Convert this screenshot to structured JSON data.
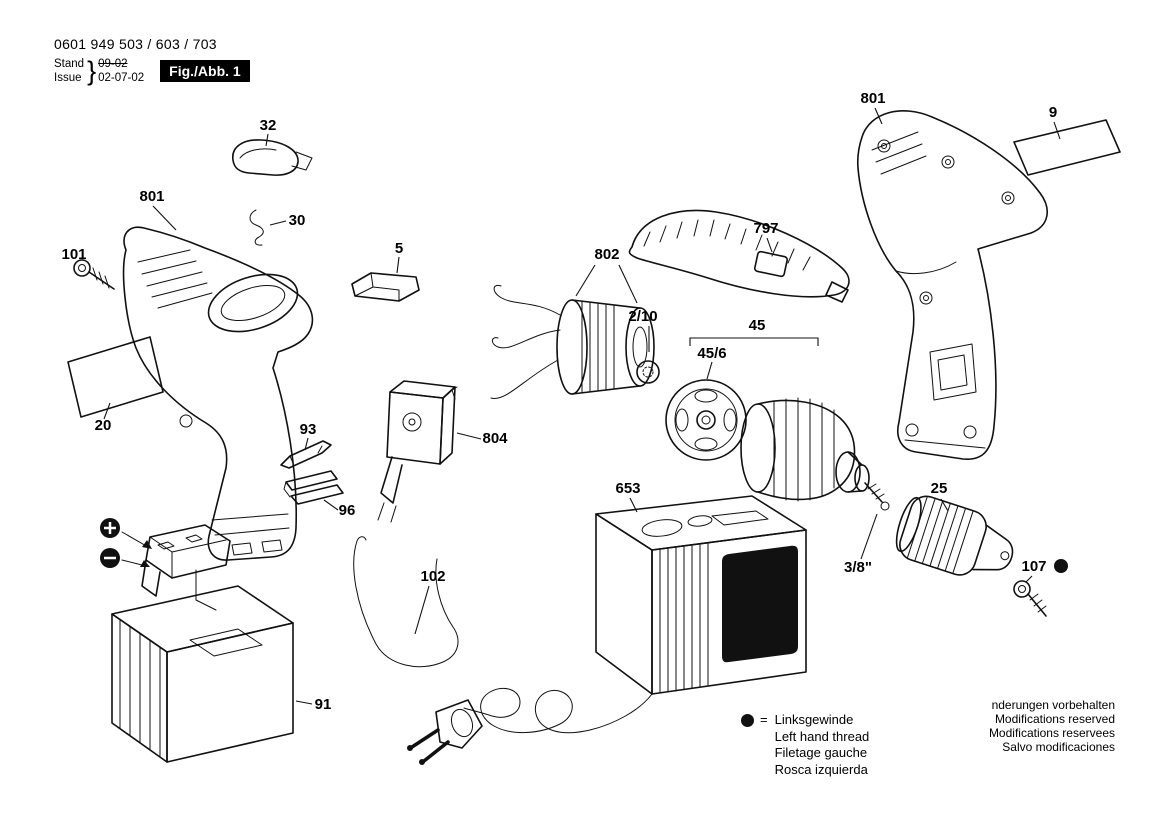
{
  "doc": {
    "part_number": "0601 949 503 / 603 / 703",
    "stand_label": "Stand",
    "issue_label": "Issue",
    "brace": "}",
    "stand_value": "09-02",
    "issue_value": "02-07-02",
    "figure_label": "Fig./Abb. 1"
  },
  "callouts": {
    "c32": "32",
    "c801_left": "801",
    "c30": "30",
    "c101": "101",
    "c5": "5",
    "c20": "20",
    "c93": "93",
    "c96": "96",
    "c804": "804",
    "c102": "102",
    "c91": "91",
    "c802": "802",
    "c2_10": "2/10",
    "c45_6": "45/6",
    "c45": "45",
    "c797": "797",
    "c801_right": "801",
    "c9": "9",
    "c653": "653",
    "c3_8": "3/8\"",
    "c25": "25",
    "c107": "107"
  },
  "legend": {
    "equals": "=",
    "lines": [
      "Linksgewinde",
      "Left hand thread",
      "Filetage gauche",
      "Rosca izquierda"
    ]
  },
  "footer": {
    "lines": [
      "nderungen vorbehalten",
      "Modifications reserved",
      "Modifications reservees",
      "Salvo modificaciones"
    ]
  },
  "colors": {
    "ink": "#111111",
    "background": "#ffffff"
  }
}
